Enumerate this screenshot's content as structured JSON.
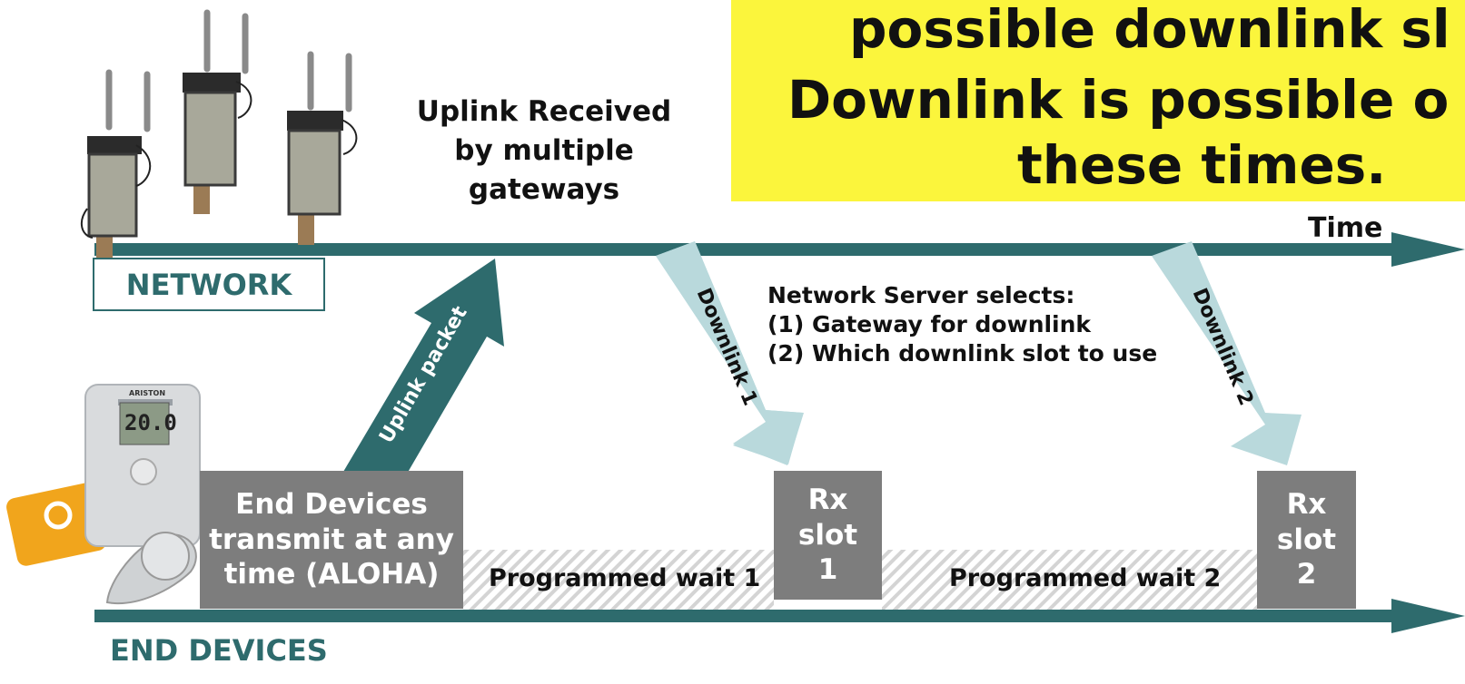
{
  "banner": {
    "line1": "possible downlink sl",
    "line2": "Downlink is  possible o",
    "line3": "these times."
  },
  "network": {
    "label": "NETWORK",
    "uplink_received": [
      "Uplink Received",
      "by multiple",
      "gateways"
    ],
    "time_label": "Time"
  },
  "server_note": {
    "title": "Network Server selects:",
    "items": [
      "(1)  Gateway for downlink",
      "(2)  Which downlink slot to use"
    ]
  },
  "arrows": {
    "uplink": "Uplink packet",
    "downlink1": "Downlink 1",
    "downlink2": "Downlink 2"
  },
  "end_devices": {
    "label": "END DEVICES",
    "box_lines": [
      "End Devices",
      "transmit at any",
      "time (ALOHA)"
    ],
    "device_display": "20.0",
    "device_brand": "ARISTON"
  },
  "waits": {
    "wait1": "Programmed wait 1",
    "wait2": "Programmed wait 2"
  },
  "slots": {
    "slot1": [
      "Rx",
      "slot",
      "1"
    ],
    "slot2": [
      "Rx",
      "slot",
      "2"
    ]
  },
  "colors": {
    "teal": "#2e6b6d",
    "light_blue": "#b9d9dc",
    "banner_yellow": "#fbf53c",
    "box_gray": "#7d7d7d"
  }
}
